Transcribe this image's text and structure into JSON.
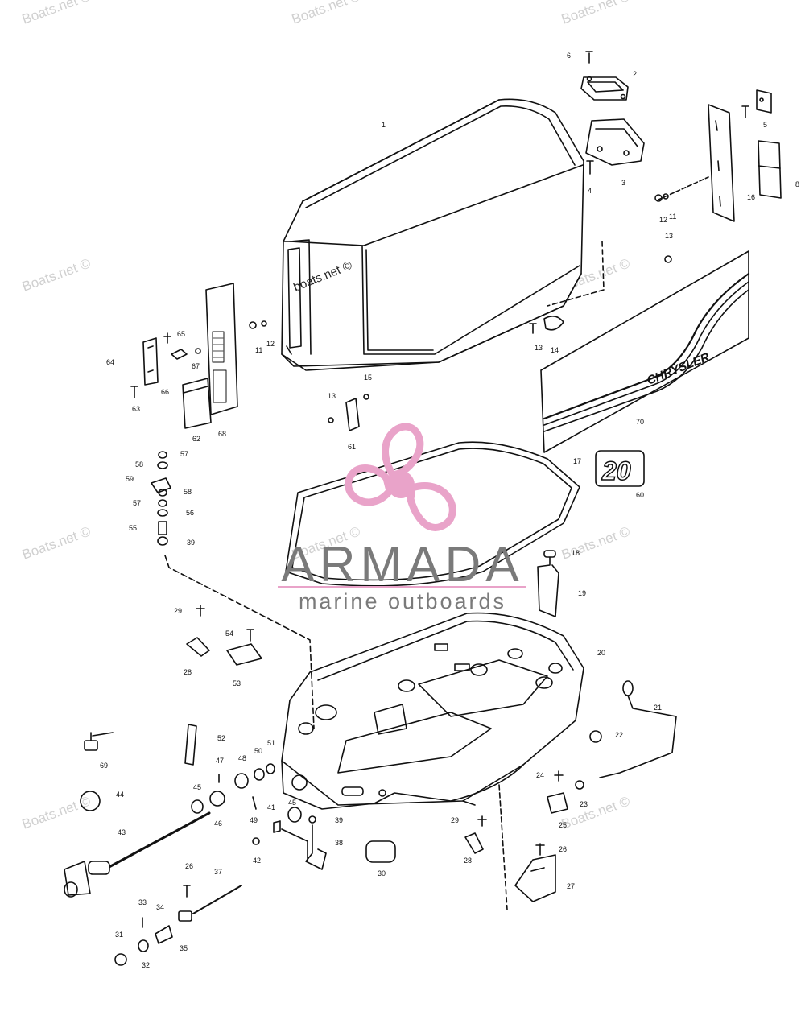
{
  "diagram": {
    "parts": [
      {
        "id": "1",
        "label": "1"
      },
      {
        "id": "2",
        "label": "2"
      },
      {
        "id": "3",
        "label": "3"
      },
      {
        "id": "4",
        "label": "4"
      },
      {
        "id": "5",
        "label": "5"
      },
      {
        "id": "6",
        "label": "6"
      },
      {
        "id": "8",
        "label": "8"
      },
      {
        "id": "11a",
        "label": "11"
      },
      {
        "id": "12a",
        "label": "12"
      },
      {
        "id": "11b",
        "label": "11"
      },
      {
        "id": "12b",
        "label": "12"
      },
      {
        "id": "13a",
        "label": "13"
      },
      {
        "id": "13b",
        "label": "13"
      },
      {
        "id": "13c",
        "label": "13"
      },
      {
        "id": "14",
        "label": "14"
      },
      {
        "id": "15",
        "label": "15"
      },
      {
        "id": "16",
        "label": "16"
      },
      {
        "id": "17",
        "label": "17"
      },
      {
        "id": "18",
        "label": "18"
      },
      {
        "id": "19",
        "label": "19"
      },
      {
        "id": "20",
        "label": "20"
      },
      {
        "id": "21",
        "label": "21"
      },
      {
        "id": "22",
        "label": "22"
      },
      {
        "id": "23",
        "label": "23"
      },
      {
        "id": "24",
        "label": "24"
      },
      {
        "id": "25",
        "label": "25"
      },
      {
        "id": "26a",
        "label": "26"
      },
      {
        "id": "26b",
        "label": "26"
      },
      {
        "id": "27",
        "label": "27"
      },
      {
        "id": "28a",
        "label": "28"
      },
      {
        "id": "28b",
        "label": "28"
      },
      {
        "id": "29a",
        "label": "29"
      },
      {
        "id": "29b",
        "label": "29"
      },
      {
        "id": "30",
        "label": "30"
      },
      {
        "id": "31",
        "label": "31"
      },
      {
        "id": "32",
        "label": "32"
      },
      {
        "id": "33",
        "label": "33"
      },
      {
        "id": "34",
        "label": "34"
      },
      {
        "id": "35",
        "label": "35"
      },
      {
        "id": "37",
        "label": "37"
      },
      {
        "id": "38",
        "label": "38"
      },
      {
        "id": "39a",
        "label": "39"
      },
      {
        "id": "39b",
        "label": "39"
      },
      {
        "id": "41",
        "label": "41"
      },
      {
        "id": "42",
        "label": "42"
      },
      {
        "id": "43",
        "label": "43"
      },
      {
        "id": "44",
        "label": "44"
      },
      {
        "id": "45a",
        "label": "45"
      },
      {
        "id": "45b",
        "label": "45"
      },
      {
        "id": "46",
        "label": "46"
      },
      {
        "id": "47",
        "label": "47"
      },
      {
        "id": "48",
        "label": "48"
      },
      {
        "id": "49",
        "label": "49"
      },
      {
        "id": "50",
        "label": "50"
      },
      {
        "id": "51",
        "label": "51"
      },
      {
        "id": "52",
        "label": "52"
      },
      {
        "id": "53",
        "label": "53"
      },
      {
        "id": "54",
        "label": "54"
      },
      {
        "id": "55",
        "label": "55"
      },
      {
        "id": "56",
        "label": "56"
      },
      {
        "id": "57a",
        "label": "57"
      },
      {
        "id": "57b",
        "label": "57"
      },
      {
        "id": "58a",
        "label": "58"
      },
      {
        "id": "58b",
        "label": "58"
      },
      {
        "id": "59",
        "label": "59"
      },
      {
        "id": "60",
        "label": "60"
      },
      {
        "id": "61",
        "label": "61"
      },
      {
        "id": "62",
        "label": "62"
      },
      {
        "id": "63",
        "label": "63"
      },
      {
        "id": "64",
        "label": "64"
      },
      {
        "id": "65",
        "label": "65"
      },
      {
        "id": "66",
        "label": "66"
      },
      {
        "id": "67",
        "label": "67"
      },
      {
        "id": "68",
        "label": "68"
      },
      {
        "id": "69",
        "label": "69"
      },
      {
        "id": "70",
        "label": "70"
      }
    ],
    "decal_brand": "CHRYSLER",
    "decal_number": "20"
  },
  "branding": {
    "name": "ARMADA",
    "tagline": "marine outboards",
    "color": "#e9a3c9",
    "text_color": "#7a7a7a"
  },
  "watermark": {
    "text": "Boats.net ©",
    "prominent": "boats.net ©"
  }
}
